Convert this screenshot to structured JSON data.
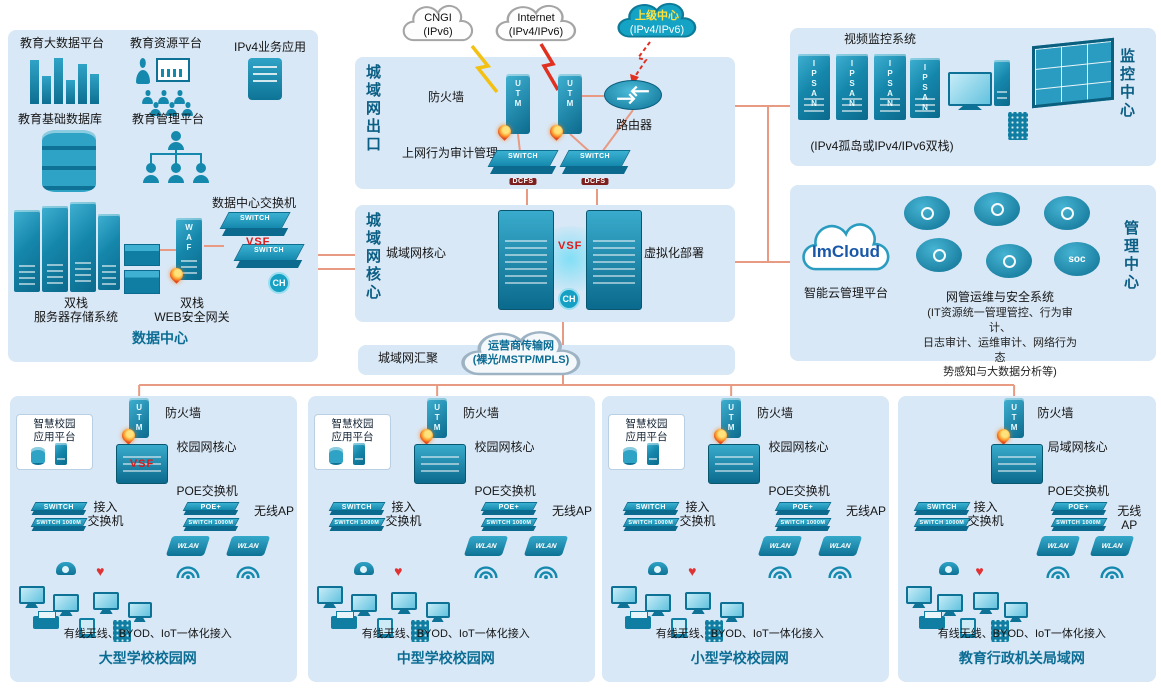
{
  "clouds": {
    "cngi": {
      "line1": "CNGI",
      "line2": "(IPv6)"
    },
    "internet": {
      "line1": "Internet",
      "line2": "(IPv4/IPv6)"
    },
    "upper": {
      "line1": "上级中心",
      "line2": "(IPv4/IPv6)"
    },
    "carrier": {
      "line1": "运营商传输网",
      "line2": "(裸光/MSTP/MPLS)"
    }
  },
  "datacenter": {
    "title": "数据中心",
    "bigdata_label": "教育大数据平台",
    "resource_label": "教育资源平台",
    "ipv4_label": "IPv4业务应用",
    "basedb_label": "教育基础数据库",
    "mgmt_label": "教育管理平台",
    "dc_switch_label": "数据中心交换机",
    "storage_label": "双栈\n服务器存储系统",
    "web_gateway_label": "双栈\nWEB安全网关"
  },
  "metro_exit": {
    "title": "城域网出口",
    "firewall_label": "防火墙",
    "audit_label": "上网行为审计管理",
    "router_label": "路由器"
  },
  "metro_core": {
    "title": "城域网核心",
    "core_label": "城域网核心",
    "virtualization_label": "虚拟化部署"
  },
  "aggregation": {
    "label": "城域网汇聚"
  },
  "monitoring": {
    "title": "监控中心",
    "video_label": "视频监控系统",
    "note": "(IPv4孤岛或IPv4/IPv6双栈)"
  },
  "management": {
    "title": "管理中心",
    "imcloud": "ImCloud",
    "platform_label": "智能云管理平台",
    "nms_label": "网管运维与安全系统",
    "note": "(IT资源统一管理管控、行为审计、\n日志审计、运维审计、网络行为态\n势感知与大数据分析等)"
  },
  "campus": [
    {
      "title": "大型学校校园网",
      "has_app": true,
      "app": "智慧校园\n应用平台",
      "firewall": "防火墙",
      "core": "校园网核心",
      "core_badge": "VSF",
      "access": "接入\n交换机",
      "poe": "POE交换机",
      "ap": "无线AP",
      "note": "有线无线、BYOD、IoT一体化接入"
    },
    {
      "title": "中型学校校园网",
      "has_app": true,
      "app": "智慧校园\n应用平台",
      "firewall": "防火墙",
      "core": "校园网核心",
      "core_badge": "",
      "access": "接入\n交换机",
      "poe": "POE交换机",
      "ap": "无线AP",
      "note": "有线无线、BYOD、IoT一体化接入"
    },
    {
      "title": "小型学校校园网",
      "has_app": true,
      "app": "智慧校园\n应用平台",
      "firewall": "防火墙",
      "core": "校园网核心",
      "core_badge": "",
      "access": "接入\n交换机",
      "poe": "POE交换机",
      "ap": "无线AP",
      "note": "有线无线、BYOD、IoT一体化接入"
    },
    {
      "title": "教育行政机关局域网",
      "has_app": false,
      "app": "",
      "firewall": "防火墙",
      "core": "局域网核心",
      "core_badge": "",
      "access": "接入\n交换机",
      "poe": "POE交换机",
      "ap": "无线\nAP",
      "note": "有线无线、BYOD、IoT一体化接入"
    }
  ],
  "icon_text": {
    "utm": "UTM",
    "dcfs": "DCFS",
    "vsf": "VSF",
    "ch": "CH",
    "waf": "WAF",
    "ipsan": "IPSAN",
    "soc": "soc",
    "switch": "SWITCH",
    "switch_1000m": "SWITCH 1000M",
    "poe_plus": "POE+",
    "wlan": "WLAN"
  }
}
